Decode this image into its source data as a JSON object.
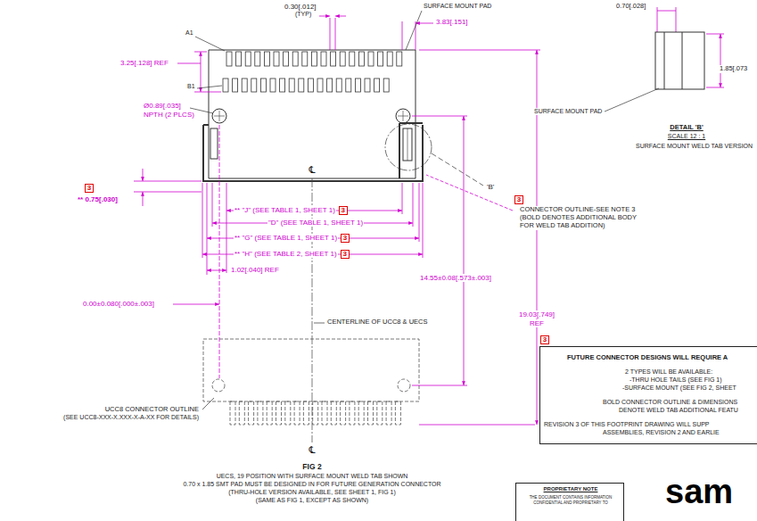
{
  "diagram": {
    "nodes": [
      {
        "text": [
          "3"
        ]
      },
      {
        "text": [
          "3"
        ]
      },
      {
        "text": [
          "3"
        ]
      },
      {
        "text": [
          "3"
        ]
      },
      {
        "text": [
          "3"
        ]
      },
      {
        "text": [
          "3"
        ]
      },
      {
        "text": [
          "FUTURE CONNECTOR DESIGNS WILL REQUIRE A",
          "2 TYPES WILL BE AVAILABLE:",
          "-THRU HOLE TAILS (SEE FIG 1)",
          "-SURFACE MOUNT (SEE FIG 2, SHEET",
          "BOLD CONNECTOR OUTLINE & DIMENSIONS",
          "DENOTE WELD TAB ADDITIONAL FEATU",
          "REVISION 3 OF THIS FOOTPRINT DRAWING WILL SUPP",
          "ASSEMBLIES, REVISION 2 AND EARLIE"
        ]
      },
      {
        "text": [
          "PROPRIETARY NOTE",
          "THE DOCUMENT CONTAINS INFORMATION",
          "CONFIDENTIAL AND PROPRIETARY TO"
        ]
      }
    ],
    "labels": [
      "0.30[.012]",
      "(TYP)",
      "SURFACE MOUNT PAD",
      "3.83[.151]",
      "A1",
      "B1",
      "3.25[.128] REF",
      "Ø0.89[.035]",
      "NPTH (2 PLCS)",
      "** 0.75[.030]",
      "** \"J\" (SEE TABLE 1, SHEET 1)",
      "\"D\" (SEE TABLE 1, SHEET 1)",
      "** \"G\" (SEE TABLE 1, SHEET 1)",
      "** \"H\" (SEE TABLE 2, SHEET 1)",
      "1.02[.040] REF",
      "0.00±0.080[.000±.003]",
      "14.55±0.08[.573±.003]",
      "19.03[.749]",
      "REF",
      "CONNECTOR OUTLINE-SEE NOTE 3",
      "(BOLD DENOTES ADDITIONAL BODY",
      "FOR WELD TAB ADDITION)",
      "'B'",
      "℄",
      "CENTERLINE OF UCC8 & UECS",
      "UCC8 CONNECTOR OUTLINE",
      "(SEE UCC8-XXX-X.XXX-X-A-XX FOR DETAILS)",
      "℄",
      "FIG 2",
      "UECS, 19 POSITION WITH SURFACE MOUNT WELD TAB SHOWN",
      "0.70 x 1.85 SMT PAD MUST BE DESIGNED IN FOR FUTURE GENERATION CONNECTOR",
      "(THRU-HOLE VERSION AVAILABLE, SEE SHEET 1, FIG 1)",
      "(SAME AS FIG 1, EXCEPT AS SHOWN)",
      "0.70[.028]",
      "1.85[.073",
      "SURFACE MOUNT PAD",
      "DETAIL 'B'",
      "SCALE 12 : 1",
      "SURFACE MOUNT WELD TAB VERSION",
      "sam"
    ]
  }
}
